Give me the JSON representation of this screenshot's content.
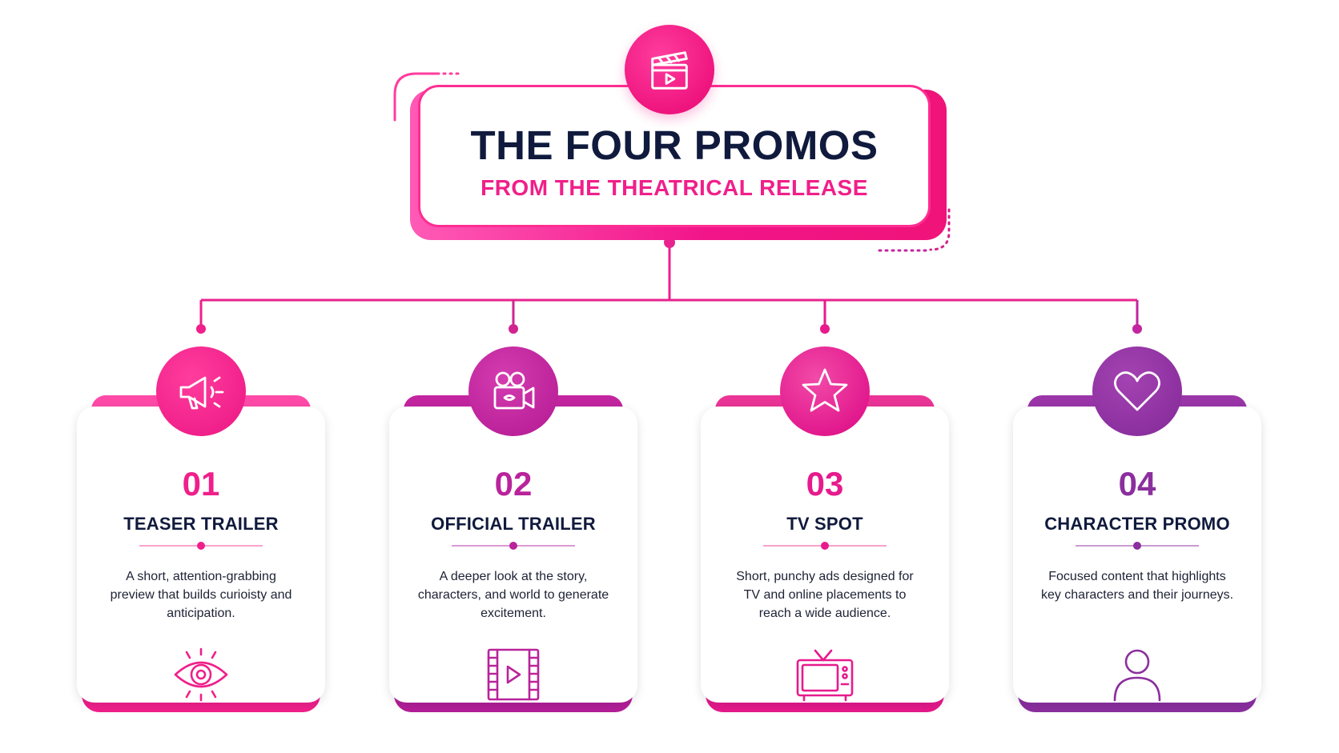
{
  "header": {
    "title": "THE FOUR PROMOS",
    "subtitle": "FROM THE THEATRICAL RELEASE",
    "icon": "clapperboard-icon"
  },
  "colors": {
    "navy": "#0f1a3d",
    "pink": "#f01f8a",
    "magenta": "#c2259f",
    "purple": "#8b2f9e"
  },
  "promos": [
    {
      "number": "01",
      "title": "TEASER TRAILER",
      "description": "A short, attention-grabbing preview that builds curioisty and anticipation.",
      "top_icon": "megaphone-icon",
      "bottom_icon": "eye-icon",
      "accent": "#f01f8a"
    },
    {
      "number": "02",
      "title": "OFFICIAL TRAILER",
      "description": "A deeper look at the story, characters, and world to generate excitement.",
      "top_icon": "video-camera-icon",
      "bottom_icon": "film-play-icon",
      "accent": "#c2259f"
    },
    {
      "number": "03",
      "title": "TV SPOT",
      "description": "Short, punchy ads designed for TV and online placements to reach a wide audience.",
      "top_icon": "star-icon",
      "bottom_icon": "television-icon",
      "accent": "#e71a8d"
    },
    {
      "number": "04",
      "title": "CHARACTER PROMO",
      "description": "Focused content that highlights key characters and their journeys.",
      "top_icon": "heart-icon",
      "bottom_icon": "person-icon",
      "accent": "#8b2f9e"
    }
  ]
}
